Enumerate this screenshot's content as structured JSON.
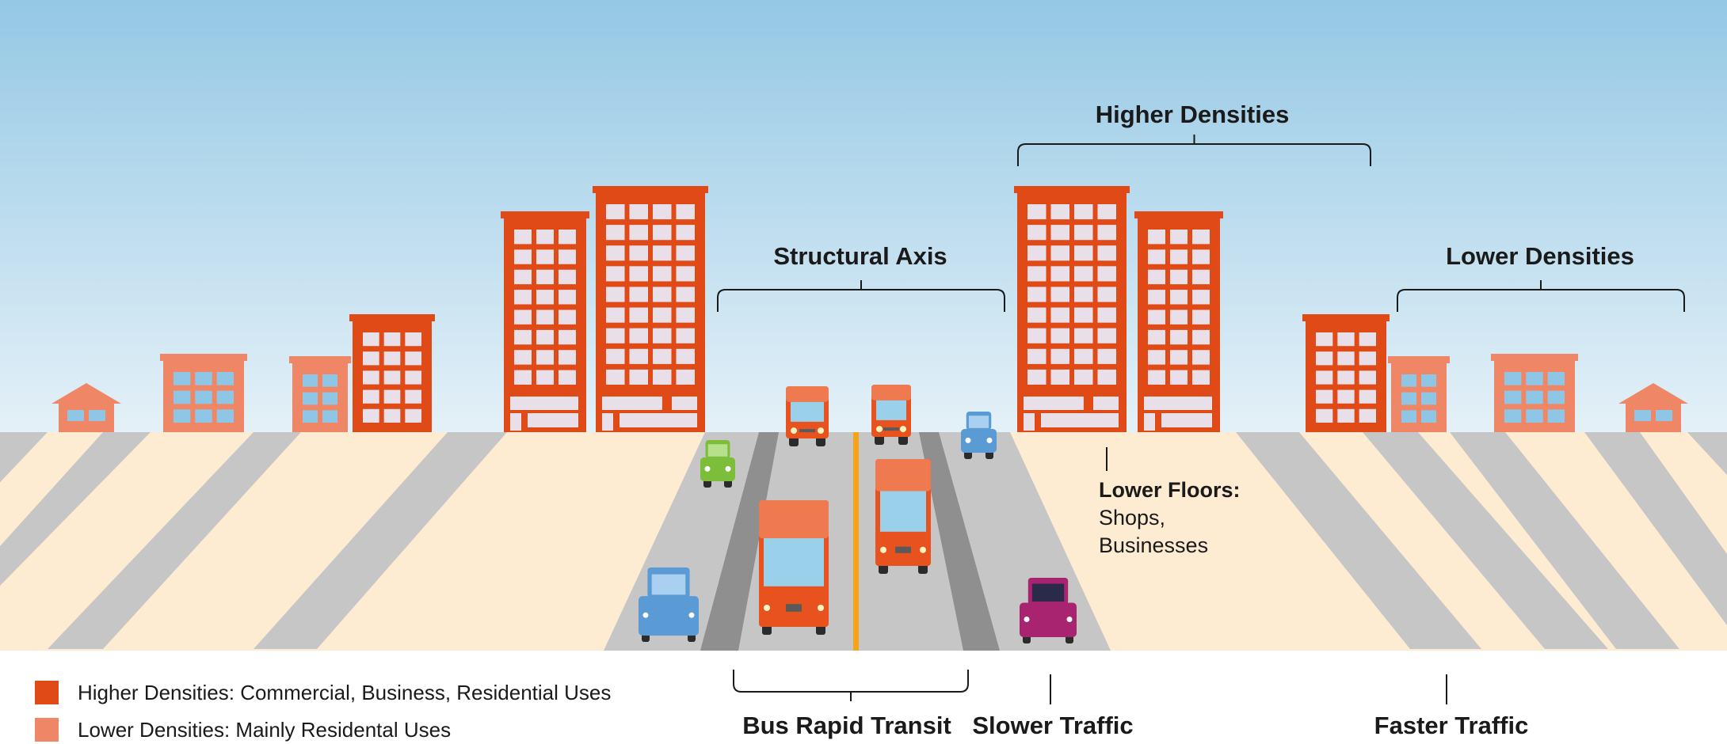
{
  "labels": {
    "higher_densities": "Higher Densities",
    "structural_axis": "Structural Axis",
    "lower_densities": "Lower Densities",
    "bus_rapid_transit": "Bus  Rapid Transit",
    "slower_traffic": "Slower Traffic",
    "faster_traffic": "Faster Traffic"
  },
  "note": {
    "title": "Lower Floors:",
    "lines": [
      "Shops,",
      "Businesses"
    ]
  },
  "legend": [
    {
      "label": "Higher Densities: Commercial, Business, Residential Uses",
      "color": "#e04a16"
    },
    {
      "label": "Lower Densities: Mainly Residental Uses",
      "color": "#ef8766"
    }
  ],
  "colors": {
    "sky_top": "#94c8e4",
    "sky_bottom": "#e5f1f8",
    "ground": "#fdebd2",
    "road": "#c6c6c6",
    "road_edge": "#8f8f8f",
    "center_line": "#f5a31a",
    "high_density": "#e04a16",
    "low_density": "#ef8766",
    "window": "#e8dfe8",
    "window_low": "#8fc6e6"
  }
}
